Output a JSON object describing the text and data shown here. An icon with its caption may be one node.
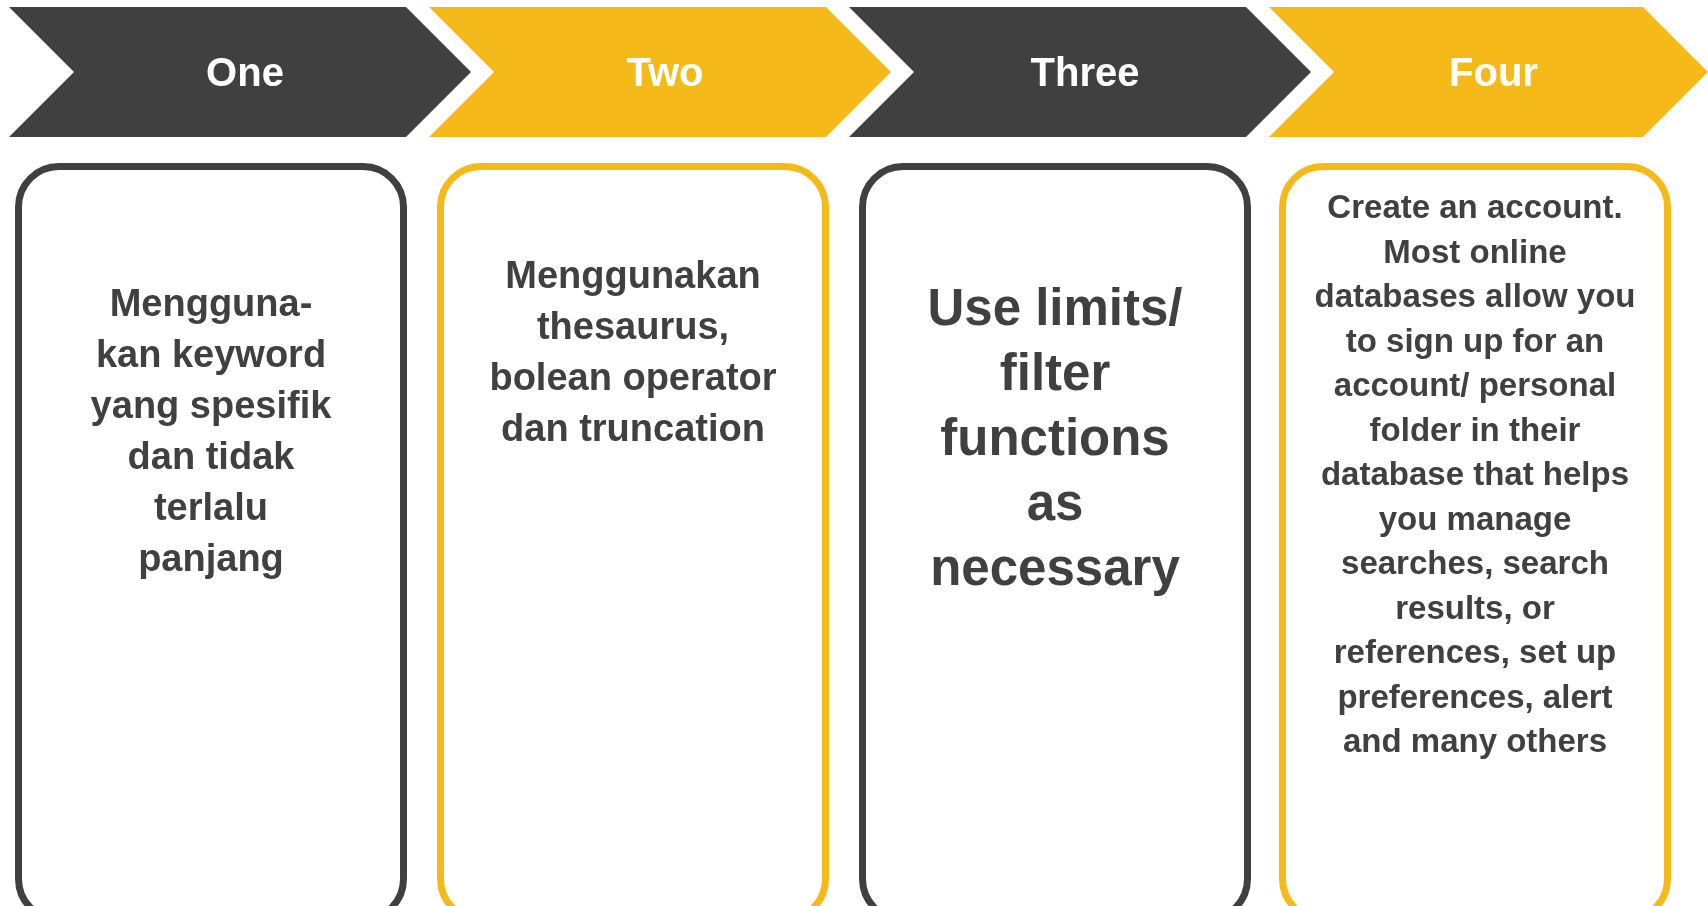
{
  "diagram": {
    "nodes": [
      {
        "text": [
          "One"
        ]
      },
      {
        "text": [
          "Two"
        ]
      },
      {
        "text": [
          "Three"
        ]
      },
      {
        "text": [
          "Four"
        ]
      },
      {
        "text": [
          "Mengguna- kan keyword yang spesifik dan tidak terlalu panjang"
        ]
      },
      {
        "text": [
          "Menggunakan thesaurus, bolean operator dan truncation"
        ]
      },
      {
        "text": [
          "Use limits/ filter functions as necessary"
        ]
      },
      {
        "text": [
          "Create an account. Most online databases allow you to sign up for an account/ personal folder in their database that helps you manage searches, search results, or references, set up preferences, alert and many others"
        ]
      }
    ]
  }
}
